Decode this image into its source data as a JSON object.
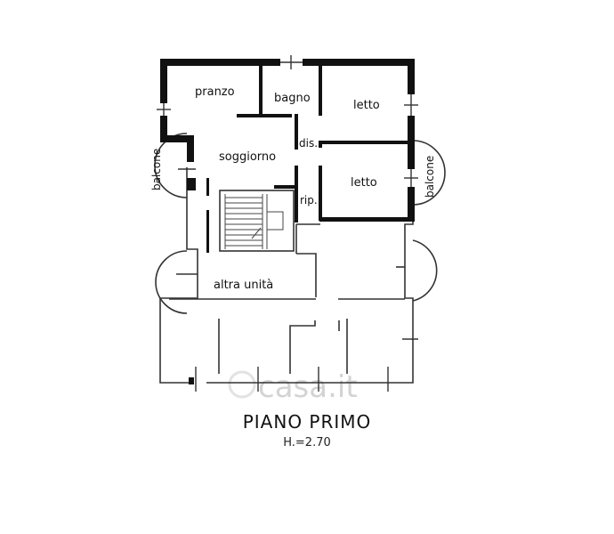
{
  "plan": {
    "rooms": {
      "pranzo": "pranzo",
      "bagno": "bagno",
      "letto_1": "letto",
      "letto_2": "letto",
      "soggiorno": "soggiorno",
      "dis": "dis.",
      "rip": "rip.",
      "altra_unita": "altra unità",
      "balcone_left": "balcone",
      "balcone_right": "balcone"
    },
    "watermark": "casa.it"
  },
  "caption": {
    "title": "PIANO PRIMO",
    "height": "H.=2.70"
  }
}
